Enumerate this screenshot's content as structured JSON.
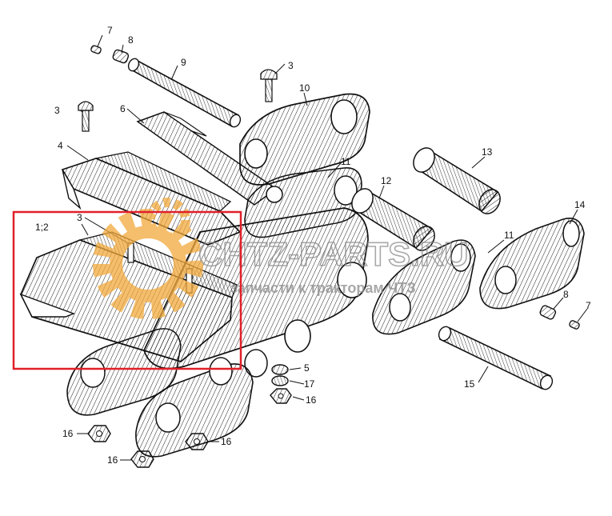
{
  "colors": {
    "ink": "#111111",
    "highlight_box": "#e0202a",
    "watermark_gear": "#f2a93b",
    "watermark_text": "#8c8c8c"
  },
  "watermark": {
    "brand": "CHTZ-PARTS.RU",
    "tagline": "запчасти к тракторам ЧТЗ"
  },
  "callouts": {
    "c1_2": "1;2",
    "c3a": "3",
    "c3b": "3",
    "c3c": "3",
    "c4": "4",
    "c5": "5",
    "c6": "6",
    "c7a": "7",
    "c7b": "7",
    "c8a": "8",
    "c8b": "8",
    "c9": "9",
    "c10": "10",
    "c11a": "11",
    "c11b": "11",
    "c12": "12",
    "c13": "13",
    "c14": "14",
    "c15": "15",
    "c16a": "16",
    "c16b": "16",
    "c16c": "16",
    "c16d": "16",
    "c17": "17"
  }
}
